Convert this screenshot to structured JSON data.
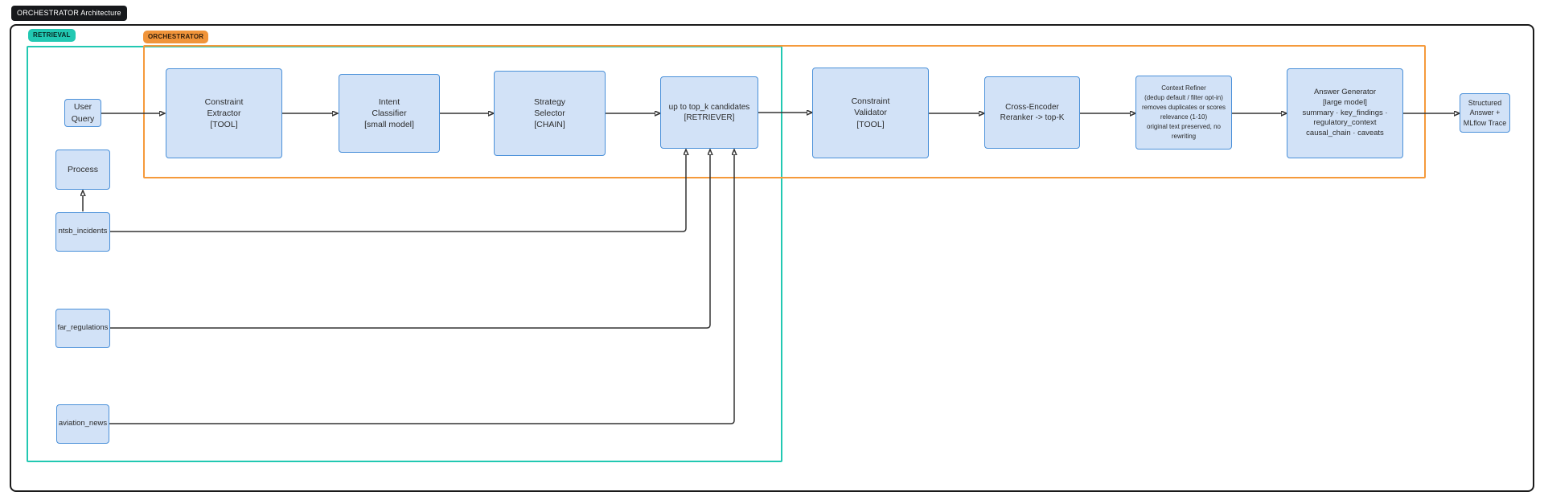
{
  "title_badge": "ORCHESTRATOR Architecture",
  "groups": {
    "retrieval": {
      "label": "RETRIEVAL",
      "color": "#22c8b2"
    },
    "orchestrator": {
      "label": "ORCHESTRATOR",
      "color": "#f0943a"
    }
  },
  "nodes": {
    "user_query": {
      "label": "User\nQuery"
    },
    "constraint_extractor": {
      "label": "Constraint\nExtractor\n[TOOL]"
    },
    "intent_classifier": {
      "label": "Intent\nClassifier\n[small model]"
    },
    "strategy_selector": {
      "label": "Strategy\nSelector\n[CHAIN]"
    },
    "topk_candidates": {
      "label": "up to top_k candidates\n[RETRIEVER]"
    },
    "constraint_validator": {
      "label": "Constraint\nValidator\n[TOOL]"
    },
    "cross_encoder": {
      "label": "Cross-Encoder\nReranker -> top-K"
    },
    "context_refiner": {
      "label": "Context Refiner\n(dedup default / filter opt-in)\nremoves duplicates or scores\nrelevance (1-10)\noriginal text preserved, no\nrewriting"
    },
    "answer_generator": {
      "label": "Answer Generator\n[large model]\nsummary · key_findings ·\nregulatory_context\ncausal_chain · caveats"
    },
    "structured_answer": {
      "label": "Structured\nAnswer +\nMLflow Trace"
    },
    "process": {
      "label": "Process"
    },
    "ntsb_incidents": {
      "label": "ntsb_incidents"
    },
    "far_regulations": {
      "label": "far_regulations"
    },
    "aviation_news": {
      "label": "aviation_news"
    }
  },
  "edges": [
    {
      "from": "user_query",
      "to": "constraint_extractor"
    },
    {
      "from": "constraint_extractor",
      "to": "intent_classifier"
    },
    {
      "from": "intent_classifier",
      "to": "strategy_selector"
    },
    {
      "from": "strategy_selector",
      "to": "topk_candidates"
    },
    {
      "from": "topk_candidates",
      "to": "constraint_validator"
    },
    {
      "from": "constraint_validator",
      "to": "cross_encoder"
    },
    {
      "from": "cross_encoder",
      "to": "context_refiner"
    },
    {
      "from": "context_refiner",
      "to": "answer_generator"
    },
    {
      "from": "answer_generator",
      "to": "structured_answer"
    },
    {
      "from": "ntsb_incidents",
      "to": "process"
    },
    {
      "from": "ntsb_incidents",
      "to": "topk_candidates"
    },
    {
      "from": "far_regulations",
      "to": "topk_candidates"
    },
    {
      "from": "aviation_news",
      "to": "topk_candidates"
    }
  ],
  "colors": {
    "node_fill": "#d2e2f7",
    "node_border": "#4a90d9",
    "connector": "#333333",
    "outer_border": "#1a1a1a",
    "title_bg": "#17191c"
  }
}
